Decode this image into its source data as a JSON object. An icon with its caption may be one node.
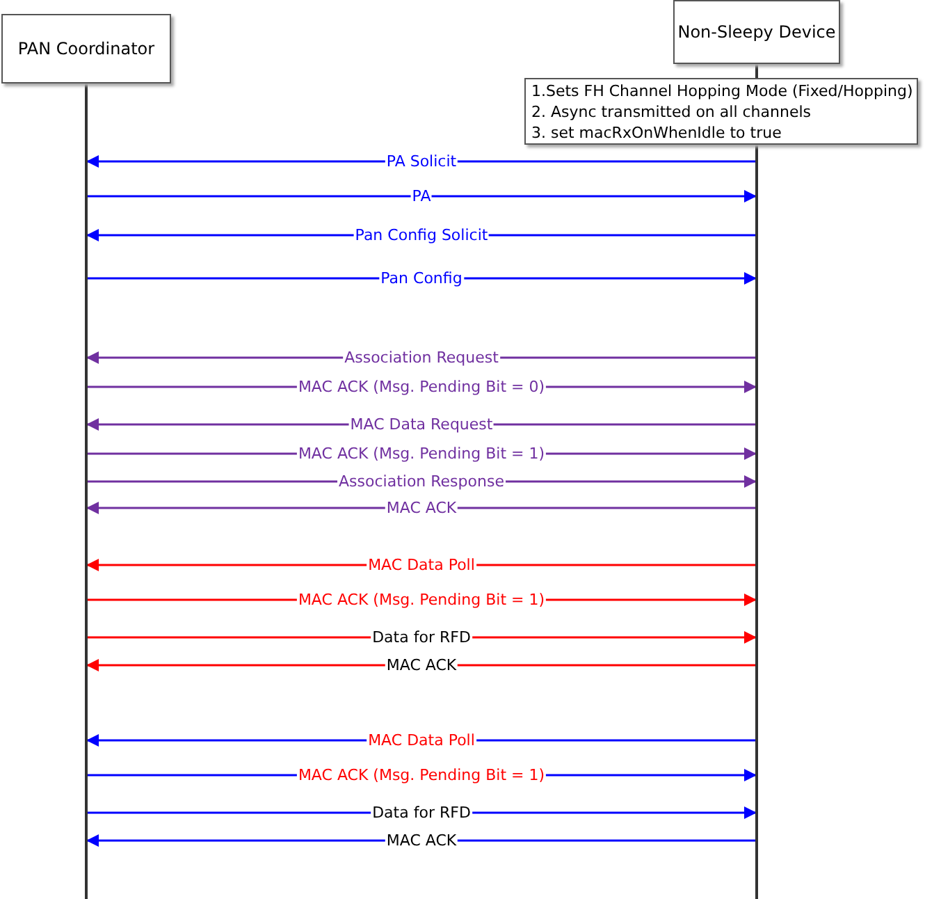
{
  "diagram": {
    "nodes": [
      {
        "text": [
          "PAN Coordinator"
        ]
      },
      {
        "text": [
          "Non-Sleepy Device"
        ]
      },
      {
        "text": [
          "1.Sets FH Channel Hopping Mode (Fixed/Hopping)",
          "2. Async  transmitted on all channels",
          "3. set macRxOnWhenIdle to true"
        ]
      }
    ],
    "edges": [
      {
        "from": 1,
        "to": 0,
        "arrow": "to",
        "label": "PA Solicit"
      },
      {
        "from": 0,
        "to": 1,
        "arrow": "to",
        "label": "PA"
      },
      {
        "from": 1,
        "to": 0,
        "arrow": "to",
        "label": "Pan Config Solicit"
      },
      {
        "from": 0,
        "to": 1,
        "arrow": "to",
        "label": "Pan Config"
      },
      {
        "from": 1,
        "to": 0,
        "arrow": "to",
        "label": "Association Request",
        "color": "#7030a0"
      },
      {
        "from": 0,
        "to": 1,
        "arrow": "to",
        "label": "MAC ACK (Msg. Pending Bit = 0)",
        "color": "#7030a0"
      },
      {
        "from": 1,
        "to": 0,
        "arrow": "to",
        "label": "MAC Data Request",
        "color": "#7030a0"
      },
      {
        "from": 0,
        "to": 1,
        "arrow": "to",
        "label": "MAC ACK (Msg. Pending Bit = 1)",
        "color": "#7030a0"
      },
      {
        "from": 0,
        "to": 1,
        "arrow": "to",
        "label": "Association Response",
        "color": "#7030a0"
      },
      {
        "from": 1,
        "to": 0,
        "arrow": "to",
        "label": "MAC ACK",
        "color": "#7030a0"
      },
      {
        "from": 1,
        "to": 0,
        "arrow": "to",
        "label": "MAC Data Poll",
        "color": "#ff0000"
      },
      {
        "from": 0,
        "to": 1,
        "arrow": "to",
        "label": "MAC ACK (Msg. Pending Bit = 1)",
        "color": "#ff0000"
      },
      {
        "from": 0,
        "to": 1,
        "arrow": "to",
        "label": "Data for RFD",
        "color": "#ff0000"
      },
      {
        "from": 1,
        "to": 0,
        "arrow": "to",
        "label": "MAC ACK",
        "color": "#ff0000"
      },
      {
        "from": 1,
        "to": 0,
        "arrow": "to",
        "label": "MAC Data Poll"
      },
      {
        "from": 0,
        "to": 1,
        "arrow": "to",
        "label": "MAC ACK (Msg. Pending Bit = 1)"
      },
      {
        "from": 0,
        "to": 1,
        "arrow": "to",
        "label": "Data for RFD"
      },
      {
        "from": 1,
        "to": 0,
        "arrow": "to",
        "label": "MAC ACK"
      }
    ]
  }
}
